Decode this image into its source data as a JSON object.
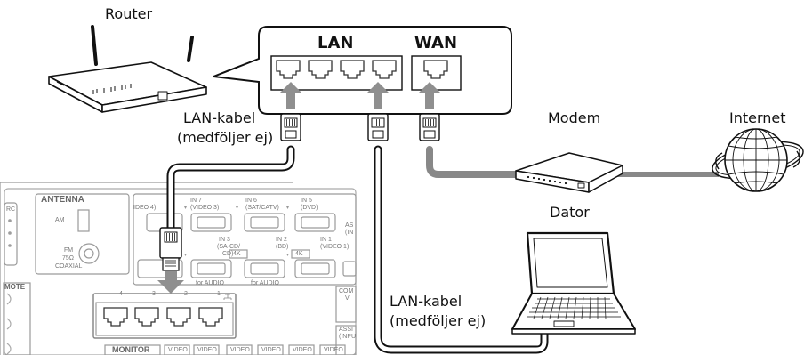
{
  "labels": {
    "router": "Router",
    "lan": "LAN",
    "wan": "WAN",
    "lan_cable_top_1": "LAN-kabel",
    "lan_cable_top_2": "(medföljer ej)",
    "modem": "Modem",
    "internet": "Internet",
    "computer": "Dator",
    "lan_cable_bottom_1": "LAN-kabel",
    "lan_cable_bottom_2": "(medföljer ej)"
  },
  "receiver": {
    "antenna": "ANTENNA",
    "am": "AM",
    "fm": "FM",
    "fm_ohm": "75Ω",
    "coaxial": "COAXIAL",
    "monitor": "MONITOR",
    "hdmi_top": [
      "IN 7",
      "(VIDEO 3)",
      "IN 6",
      "(SAT/CATV)",
      "IN 5",
      "(DVD)",
      "IDEO 4)"
    ],
    "hdmi_bottom": [
      "IN 3",
      "(SA-CD/",
      "CD)",
      "IN 2",
      "(BD)",
      "IN 1",
      "(VIDEO 1)"
    ],
    "for_audio": "for AUDIO",
    "badge_4k": "4K",
    "side_texts": [
      "AS",
      "(IN",
      "COM",
      "VI",
      "ASSI",
      "(INPU",
      "MOTE",
      "RC"
    ],
    "port_numbers": [
      "4",
      "3",
      "2",
      "1"
    ],
    "video_labels": [
      "VIDEO",
      "VIDEO",
      "VIDEO",
      "VIDEO",
      "VIDEO",
      "VIDEO"
    ]
  }
}
